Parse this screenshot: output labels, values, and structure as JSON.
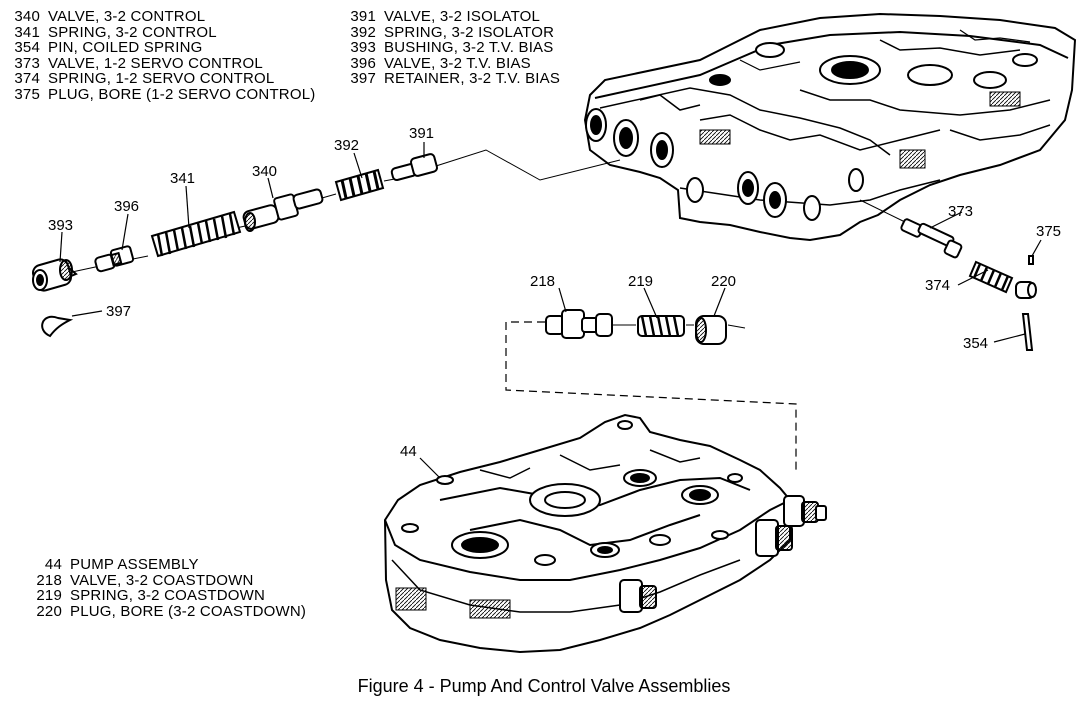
{
  "legend_top_left": [
    {
      "num": "340",
      "text": "VALVE, 3-2 CONTROL"
    },
    {
      "num": "341",
      "text": "SPRING, 3-2 CONTROL"
    },
    {
      "num": "354",
      "text": "PIN, COILED SPRING"
    },
    {
      "num": "373",
      "text": "VALVE, 1-2 SERVO CONTROL"
    },
    {
      "num": "374",
      "text": "SPRING, 1-2 SERVO CONTROL"
    },
    {
      "num": "375",
      "text": "PLUG, BORE (1-2 SERVO CONTROL)"
    }
  ],
  "legend_top_right": [
    {
      "num": "391",
      "text": "VALVE, 3-2 ISOLATOL"
    },
    {
      "num": "392",
      "text": "SPRING, 3-2 ISOLATOR"
    },
    {
      "num": "393",
      "text": "BUSHING, 3-2 T.V. BIAS"
    },
    {
      "num": "396",
      "text": "VALVE, 3-2 T.V. BIAS"
    },
    {
      "num": "397",
      "text": "RETAINER, 3-2 T.V. BIAS"
    }
  ],
  "legend_bottom_left": [
    {
      "num": "44",
      "text": "PUMP ASSEMBLY"
    },
    {
      "num": "218",
      "text": "VALVE, 3-2 COASTDOWN"
    },
    {
      "num": "219",
      "text": "SPRING, 3-2 COASTDOWN"
    },
    {
      "num": "220",
      "text": "PLUG, BORE (3-2 COASTDOWN)"
    }
  ],
  "callouts": {
    "c391": "391",
    "c392": "392",
    "c340": "340",
    "c341": "341",
    "c396": "396",
    "c393": "393",
    "c397": "397",
    "c373": "373",
    "c375": "375",
    "c374": "374",
    "c354": "354",
    "c218": "218",
    "c219": "219",
    "c220": "220",
    "c44": "44"
  },
  "caption": "Figure 4 - Pump And Control Valve Assemblies"
}
